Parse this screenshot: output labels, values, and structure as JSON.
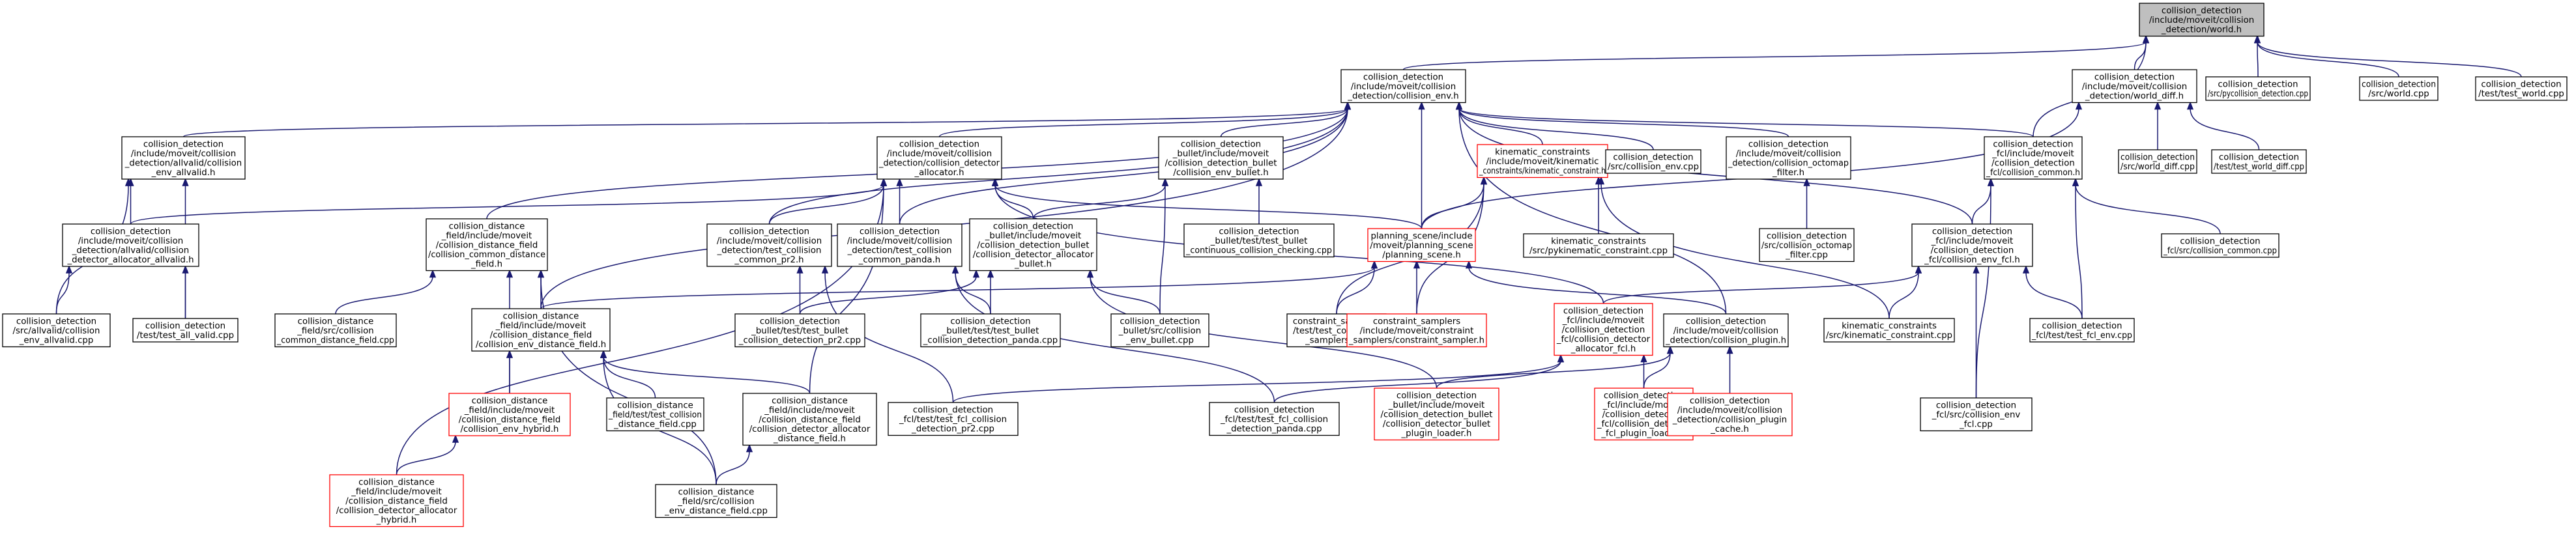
{
  "graph": {
    "title": "",
    "colors": {
      "box_border": "#000000",
      "box_border_broken": "#ff0000",
      "current_fill": "#bfbfbf",
      "edge": "#191970",
      "background": "#ffffff"
    },
    "nodes": [
      {
        "id": "worldh",
        "lines": [
          "collision_detection",
          "/include/moveit/collision",
          "_detection/world.h"
        ],
        "style": "current"
      },
      {
        "id": "world_diffh",
        "lines": [
          "collision_detection",
          "/include/moveit/collision",
          "_detection/world_diff.h"
        ],
        "style": "normal"
      },
      {
        "id": "pycollision",
        "lines": [
          "collision_detection",
          "/src/pycollision_detection.cpp"
        ],
        "style": "normal"
      },
      {
        "id": "world_cpp",
        "lines": [
          "collision_detection",
          "/src/world.cpp"
        ],
        "style": "normal"
      },
      {
        "id": "test_world_cpp",
        "lines": [
          "collision_detection",
          "/test/test_world.cpp"
        ],
        "style": "normal"
      },
      {
        "id": "collision_envh",
        "lines": [
          "collision_detection",
          "/include/moveit/collision",
          "_detection/collision_env.h"
        ],
        "style": "normal"
      },
      {
        "id": "world_diff_cpp",
        "lines": [
          "collision_detection",
          "/src/world_diff.cpp"
        ],
        "style": "normal"
      },
      {
        "id": "test_world_diff_cpp",
        "lines": [
          "collision_detection",
          "/test/test_world_diff.cpp"
        ],
        "style": "normal"
      },
      {
        "id": "allvalidh",
        "lines": [
          "collision_detection",
          "/include/moveit/collision",
          "_detection/allvalid/collision",
          "_env_allvalid.h"
        ],
        "style": "normal"
      },
      {
        "id": "cd_allocatorh",
        "lines": [
          "collision_detection",
          "/include/moveit/collision",
          "_detection/collision_detector",
          "_allocator.h"
        ],
        "style": "normal"
      },
      {
        "id": "bullet_envh",
        "lines": [
          "collision_detection",
          "_bullet/include/moveit",
          "/collision_detection_bullet",
          "/collision_env_bullet.h"
        ],
        "style": "normal"
      },
      {
        "id": "kinematic_constrh",
        "lines": [
          "kinematic_constraints",
          "/include/moveit/kinematic",
          "_constraints/kinematic_constraint.h"
        ],
        "style": "red"
      },
      {
        "id": "collision_env_cpp",
        "lines": [
          "collision_detection",
          "/src/collision_env.cpp"
        ],
        "style": "normal"
      },
      {
        "id": "octomap_filterh",
        "lines": [
          "collision_detection",
          "/include/moveit/collision",
          "_detection/collision_octomap",
          "_filter.h"
        ],
        "style": "normal"
      },
      {
        "id": "fcl_commonh",
        "lines": [
          "collision_detection",
          "_fcl/include/moveit",
          "/collision_detection",
          "_fcl/collision_common.h"
        ],
        "style": "normal"
      },
      {
        "id": "allocator_allvalidh",
        "lines": [
          "collision_detection",
          "/include/moveit/collision",
          "_detection/allvalid/collision",
          "_detector_allocator_allvalid.h"
        ],
        "style": "normal"
      },
      {
        "id": "cd_common_dfh",
        "lines": [
          "collision_distance",
          "_field/include/moveit",
          "/collision_distance_field",
          "/collision_common_distance",
          "_field.h"
        ],
        "style": "normal"
      },
      {
        "id": "test_cd_pr2h",
        "lines": [
          "collision_detection",
          "/include/moveit/collision",
          "_detection/test_collision",
          "_common_pr2.h"
        ],
        "style": "normal"
      },
      {
        "id": "test_cd_pandah",
        "lines": [
          "collision_detection",
          "/include/moveit/collision",
          "_detection/test_collision",
          "_common_panda.h"
        ],
        "style": "normal"
      },
      {
        "id": "bullet_allocatorh",
        "lines": [
          "collision_detection",
          "_bullet/include/moveit",
          "/collision_detection_bullet",
          "/collision_detector_allocator",
          "_bullet.h"
        ],
        "style": "normal"
      },
      {
        "id": "bullet_cont_cpp",
        "lines": [
          "collision_detection",
          "_bullet/test/test_bullet",
          "_continuous_collision_checking.cpp"
        ],
        "style": "normal"
      },
      {
        "id": "planning_sceneh",
        "lines": [
          "planning_scene/include",
          "/moveit/planning_scene",
          "/planning_scene.h"
        ],
        "style": "red"
      },
      {
        "id": "pykinematic_cpp",
        "lines": [
          "kinematic_constraints",
          "/src/pykinematic_constraint.cpp"
        ],
        "style": "normal"
      },
      {
        "id": "octomap_filter_cpp",
        "lines": [
          "collision_detection",
          "/src/collision_octomap",
          "_filter.cpp"
        ],
        "style": "normal"
      },
      {
        "id": "fcl_envh",
        "lines": [
          "collision_detection",
          "_fcl/include/moveit",
          "/collision_detection",
          "_fcl/collision_env_fcl.h"
        ],
        "style": "normal"
      },
      {
        "id": "fcl_common_cpp",
        "lines": [
          "collision_detection",
          "_fcl/src/collision_common.cpp"
        ],
        "style": "normal"
      },
      {
        "id": "src_allvalid_cpp",
        "lines": [
          "collision_detection",
          "/src/allvalid/collision",
          "_env_allvalid.cpp"
        ],
        "style": "normal"
      },
      {
        "id": "test_all_valid_cpp",
        "lines": [
          "collision_detection",
          "/test/test_all_valid.cpp"
        ],
        "style": "normal"
      },
      {
        "id": "cd_common_df_cpp",
        "lines": [
          "collision_distance",
          "_field/src/collision",
          "_common_distance_field.cpp"
        ],
        "style": "normal"
      },
      {
        "id": "cd_env_dfh",
        "lines": [
          "collision_distance",
          "_field/include/moveit",
          "/collision_distance_field",
          "/collision_env_distance_field.h"
        ],
        "style": "normal"
      },
      {
        "id": "bullet_pr2_cpp",
        "lines": [
          "collision_detection",
          "_bullet/test/test_bullet",
          "_collision_detection_pr2.cpp"
        ],
        "style": "normal"
      },
      {
        "id": "bullet_panda_cpp",
        "lines": [
          "collision_detection",
          "_bullet/test/test_bullet",
          "_collision_detection_panda.cpp"
        ],
        "style": "normal"
      },
      {
        "id": "bullet_env_cpp",
        "lines": [
          "collision_detection",
          "_bullet/src/collision",
          "_env_bullet.cpp"
        ],
        "style": "normal"
      },
      {
        "id": "test_constr_samplers_cpp",
        "lines": [
          "constraint_samplers",
          "/test/test_constraint",
          "_samplers.cpp"
        ],
        "style": "normal"
      },
      {
        "id": "constr_samplerh",
        "lines": [
          "constraint_samplers",
          "/include/moveit/constraint",
          "_samplers/constraint_sampler.h"
        ],
        "style": "red"
      },
      {
        "id": "fcl_allocatorh",
        "lines": [
          "collision_detection",
          "_fcl/include/moveit",
          "/collision_detection",
          "_fcl/collision_detector",
          "_allocator_fcl.h"
        ],
        "style": "red"
      },
      {
        "id": "cd_pluginh",
        "lines": [
          "collision_detection",
          "/include/moveit/collision",
          "_detection/collision_plugin.h"
        ],
        "style": "normal"
      },
      {
        "id": "kinematic_constr_cpp",
        "lines": [
          "kinematic_constraints",
          "/src/kinematic_constraint.cpp"
        ],
        "style": "normal"
      },
      {
        "id": "test_fcl_env_cpp",
        "lines": [
          "collision_detection",
          "_fcl/test/test_fcl_env.cpp"
        ],
        "style": "normal"
      },
      {
        "id": "env_hybridh",
        "lines": [
          "collision_distance",
          "_field/include/moveit",
          "/collision_distance_field",
          "/collision_env_hybrid.h"
        ],
        "style": "red"
      },
      {
        "id": "test_df_cpp",
        "lines": [
          "collision_distance",
          "_field/test/test_collision",
          "_distance_field.cpp"
        ],
        "style": "normal"
      },
      {
        "id": "df_allocatorh",
        "lines": [
          "collision_distance",
          "_field/include/moveit",
          "/collision_distance_field",
          "/collision_detector_allocator",
          "_distance_field.h"
        ],
        "style": "normal"
      },
      {
        "id": "fcl_pr2_cpp",
        "lines": [
          "collision_detection",
          "_fcl/test/test_fcl_collision",
          "_detection_pr2.cpp"
        ],
        "style": "normal"
      },
      {
        "id": "fcl_panda_cpp",
        "lines": [
          "collision_detection",
          "_fcl/test/test_fcl_collision",
          "_detection_panda.cpp"
        ],
        "style": "normal"
      },
      {
        "id": "bullet_plugin_loaderh",
        "lines": [
          "collision_detection",
          "_bullet/include/moveit",
          "/collision_detection_bullet",
          "/collision_detector_bullet",
          "_plugin_loader.h"
        ],
        "style": "red"
      },
      {
        "id": "fcl_plugin_loaderh",
        "lines": [
          "collision_detection",
          "_fcl/include/moveit",
          "/collision_detection",
          "_fcl/collision_detector",
          "_fcl_plugin_loader.h"
        ],
        "style": "red"
      },
      {
        "id": "plugin_cacheh",
        "lines": [
          "collision_detection",
          "/include/moveit/collision",
          "_detection/collision_plugin",
          "_cache.h"
        ],
        "style": "red"
      },
      {
        "id": "fcl_env_cpp",
        "lines": [
          "collision_detection",
          "_fcl/src/collision_env",
          "_fcl.cpp"
        ],
        "style": "normal"
      },
      {
        "id": "hybrid_allocatorh",
        "lines": [
          "collision_distance",
          "_field/include/moveit",
          "/collision_distance_field",
          "/collision_detector_allocator",
          "_hybrid.h"
        ],
        "style": "red"
      },
      {
        "id": "env_df_cpp",
        "lines": [
          "collision_distance",
          "_field/src/collision",
          "_env_distance_field.cpp"
        ],
        "style": "normal"
      }
    ],
    "edges": [
      [
        "world_diffh",
        "worldh"
      ],
      [
        "pycollision",
        "worldh"
      ],
      [
        "world_cpp",
        "worldh"
      ],
      [
        "test_world_cpp",
        "worldh"
      ],
      [
        "collision_envh",
        "worldh"
      ],
      [
        "fcl_commonh",
        "worldh"
      ],
      [
        "world_diff_cpp",
        "world_diffh"
      ],
      [
        "test_world_diff_cpp",
        "world_diffh"
      ],
      [
        "planning_sceneh",
        "world_diffh"
      ],
      [
        "allvalidh",
        "collision_envh"
      ],
      [
        "cd_allocatorh",
        "collision_envh"
      ],
      [
        "bullet_envh",
        "collision_envh"
      ],
      [
        "kinematic_constrh",
        "collision_envh"
      ],
      [
        "collision_env_cpp",
        "collision_envh"
      ],
      [
        "octomap_filterh",
        "collision_envh"
      ],
      [
        "fcl_commonh",
        "collision_envh"
      ],
      [
        "cd_common_dfh",
        "collision_envh"
      ],
      [
        "test_cd_pr2h",
        "collision_envh"
      ],
      [
        "test_cd_pandah",
        "collision_envh"
      ],
      [
        "planning_sceneh",
        "collision_envh"
      ],
      [
        "fcl_envh",
        "collision_envh"
      ],
      [
        "cd_env_dfh",
        "collision_envh"
      ],
      [
        "cd_pluginh",
        "collision_envh"
      ],
      [
        "allocator_allvalidh",
        "allvalidh"
      ],
      [
        "src_allvalid_cpp",
        "allvalidh"
      ],
      [
        "test_all_valid_cpp",
        "allvalidh"
      ],
      [
        "allocator_allvalidh",
        "cd_allocatorh"
      ],
      [
        "test_cd_pr2h",
        "cd_allocatorh"
      ],
      [
        "test_cd_pandah",
        "cd_allocatorh"
      ],
      [
        "bullet_allocatorh",
        "cd_allocatorh"
      ],
      [
        "planning_sceneh",
        "cd_allocatorh"
      ],
      [
        "fcl_allocatorh",
        "cd_allocatorh"
      ],
      [
        "hybrid_allocatorh",
        "cd_allocatorh"
      ],
      [
        "df_allocatorh",
        "cd_allocatorh"
      ],
      [
        "bullet_allocatorh",
        "bullet_envh"
      ],
      [
        "bullet_cont_cpp",
        "bullet_envh"
      ],
      [
        "bullet_env_cpp",
        "bullet_envh"
      ],
      [
        "planning_sceneh",
        "kinematic_constrh"
      ],
      [
        "pykinematic_cpp",
        "kinematic_constrh"
      ],
      [
        "kinematic_constr_cpp",
        "kinematic_constrh"
      ],
      [
        "constr_samplerh",
        "kinematic_constrh"
      ],
      [
        "test_constr_samplers_cpp",
        "kinematic_constrh"
      ],
      [
        "octomap_filter_cpp",
        "octomap_filterh"
      ],
      [
        "fcl_envh",
        "fcl_commonh"
      ],
      [
        "fcl_common_cpp",
        "fcl_commonh"
      ],
      [
        "test_fcl_env_cpp",
        "fcl_commonh"
      ],
      [
        "fcl_env_cpp",
        "fcl_commonh"
      ],
      [
        "src_allvalid_cpp",
        "allocator_allvalidh"
      ],
      [
        "test_all_valid_cpp",
        "allocator_allvalidh"
      ],
      [
        "cd_common_df_cpp",
        "cd_common_dfh"
      ],
      [
        "cd_env_dfh",
        "cd_common_dfh"
      ],
      [
        "env_hybridh",
        "cd_common_dfh"
      ],
      [
        "env_df_cpp",
        "cd_common_dfh"
      ],
      [
        "bullet_pr2_cpp",
        "test_cd_pr2h"
      ],
      [
        "fcl_pr2_cpp",
        "test_cd_pr2h"
      ],
      [
        "bullet_panda_cpp",
        "test_cd_pandah"
      ],
      [
        "fcl_panda_cpp",
        "test_cd_pandah"
      ],
      [
        "bullet_pr2_cpp",
        "bullet_allocatorh"
      ],
      [
        "bullet_panda_cpp",
        "bullet_allocatorh"
      ],
      [
        "bullet_plugin_loaderh",
        "bullet_allocatorh"
      ],
      [
        "bullet_env_cpp",
        "bullet_allocatorh"
      ],
      [
        "test_constr_samplers_cpp",
        "planning_sceneh"
      ],
      [
        "constr_samplerh",
        "planning_sceneh"
      ],
      [
        "cd_pluginh",
        "planning_sceneh"
      ],
      [
        "cd_env_dfh",
        "planning_sceneh"
      ],
      [
        "fcl_allocatorh",
        "fcl_envh"
      ],
      [
        "kinematic_constr_cpp",
        "fcl_envh"
      ],
      [
        "test_fcl_env_cpp",
        "fcl_envh"
      ],
      [
        "fcl_env_cpp",
        "fcl_envh"
      ],
      [
        "env_hybridh",
        "cd_env_dfh"
      ],
      [
        "test_df_cpp",
        "cd_env_dfh"
      ],
      [
        "df_allocatorh",
        "cd_env_dfh"
      ],
      [
        "env_df_cpp",
        "cd_env_dfh"
      ],
      [
        "fcl_pr2_cpp",
        "fcl_allocatorh"
      ],
      [
        "fcl_panda_cpp",
        "fcl_allocatorh"
      ],
      [
        "fcl_plugin_loaderh",
        "fcl_allocatorh"
      ],
      [
        "bullet_plugin_loaderh",
        "cd_pluginh"
      ],
      [
        "fcl_plugin_loaderh",
        "cd_pluginh"
      ],
      [
        "plugin_cacheh",
        "cd_pluginh"
      ],
      [
        "hybrid_allocatorh",
        "env_hybridh"
      ],
      [
        "env_df_cpp",
        "df_allocatorh"
      ]
    ]
  }
}
